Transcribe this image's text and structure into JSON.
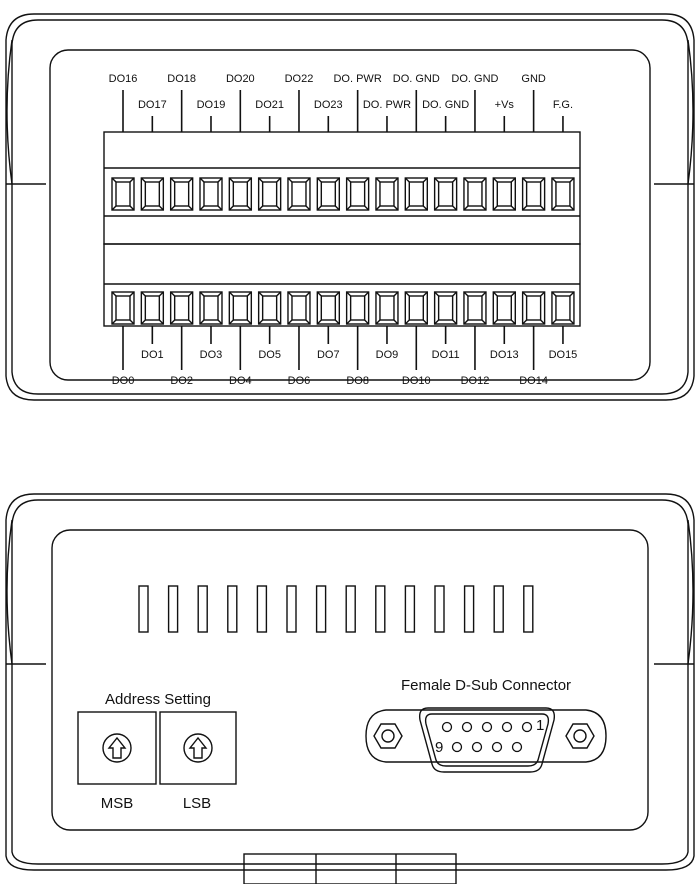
{
  "top_module": {
    "top_terminal_labels_upper": [
      "DO16",
      "DO18",
      "DO20",
      "DO22",
      "DO. PWR",
      "DO. GND",
      "DO. GND",
      "GND"
    ],
    "top_terminal_labels_lower": [
      "DO17",
      "DO19",
      "DO21",
      "DO23",
      "DO. PWR",
      "DO. GND",
      "+Vs",
      "F.G."
    ],
    "bottom_terminal_labels_lower": [
      "DO0",
      "DO2",
      "DO4",
      "DO6",
      "DO8",
      "DO10",
      "DO12",
      "DO14"
    ],
    "bottom_terminal_labels_upper": [
      "DO1",
      "DO3",
      "DO5",
      "DO7",
      "DO9",
      "DO11",
      "DO13",
      "DO15"
    ],
    "terminal_count_per_row": 16
  },
  "bottom_module": {
    "vent_slot_count": 14,
    "address_setting": {
      "title": "Address Setting",
      "msb_label": "MSB",
      "lsb_label": "LSB"
    },
    "dsub": {
      "title": "Female D-Sub Connector",
      "pin_first": "1",
      "pin_last": "9"
    }
  }
}
